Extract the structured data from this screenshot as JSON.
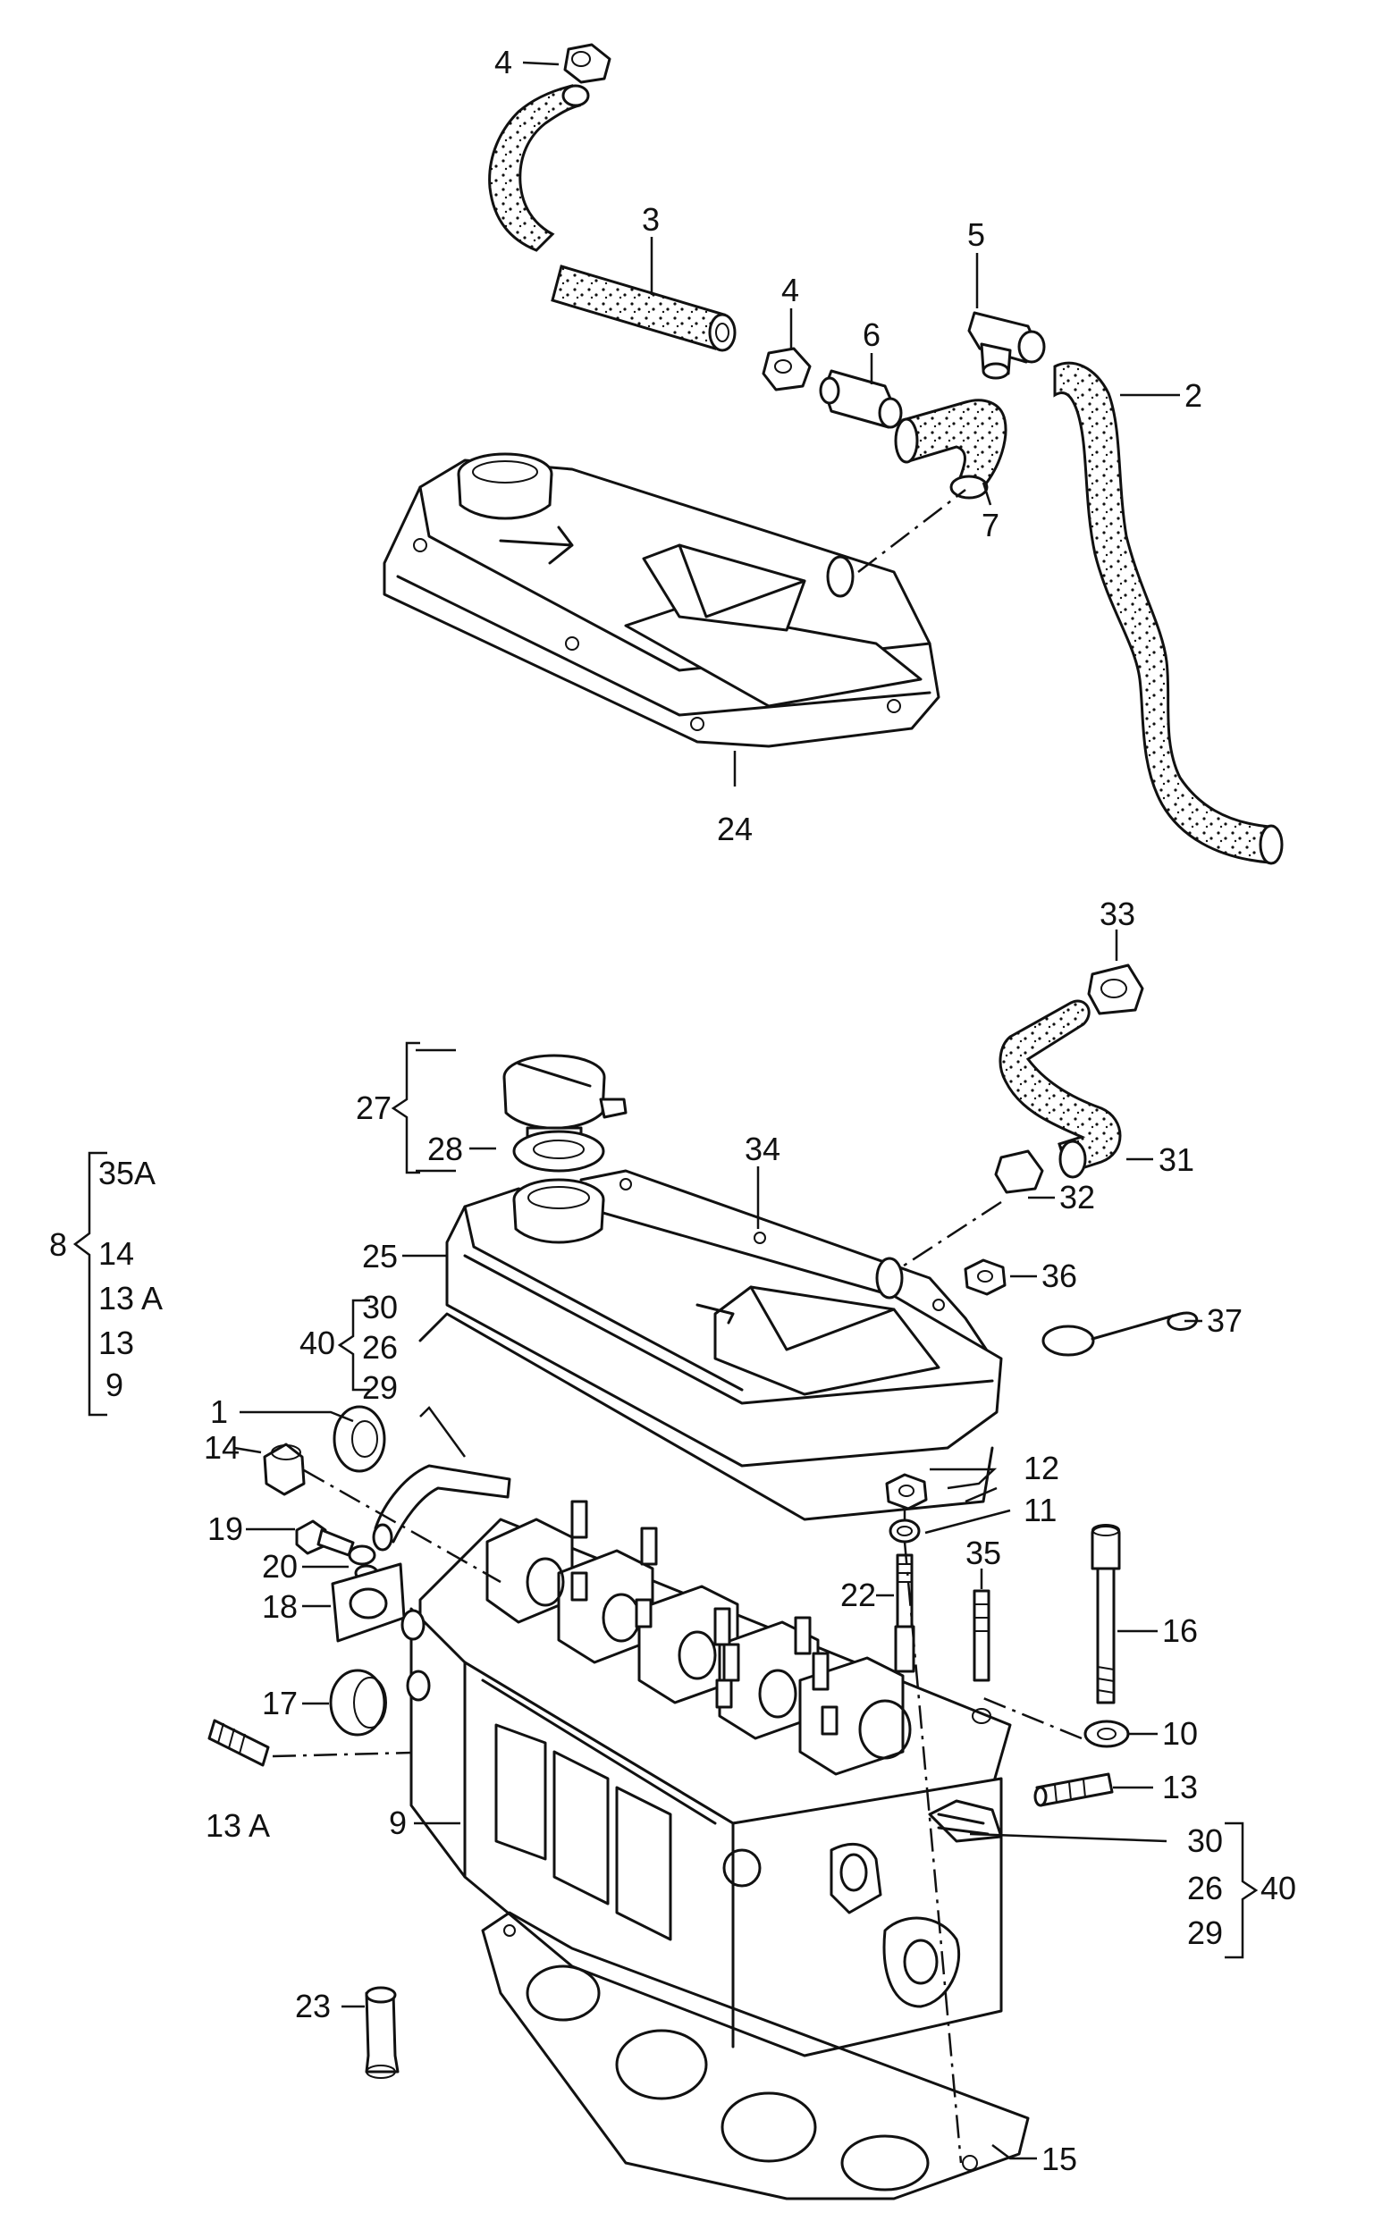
{
  "labels": {
    "l4a": "4",
    "l3": "3",
    "l4b": "4",
    "l6": "6",
    "l5": "5",
    "l2": "2",
    "l7": "7",
    "l24": "24",
    "l33": "33",
    "l27": "27",
    "l28": "28",
    "l31": "31",
    "l34": "34",
    "l32": "32",
    "l25": "25",
    "l36": "36",
    "l37": "37",
    "l1": "1",
    "l14b": "14",
    "l19": "19",
    "l20": "20",
    "l18": "18",
    "l17": "17",
    "l13Ab": "13 A",
    "l9b": "9",
    "l23": "23",
    "l12": "12",
    "l11": "11",
    "l22": "22",
    "l35": "35",
    "l16": "16",
    "l10": "10",
    "l13b": "13",
    "l15": "15",
    "l8": "8",
    "g8_35A": "35A",
    "g8_14": "14",
    "g8_13A": "13 A",
    "g8_13": "13",
    "g8_9": "9",
    "l40a": "40",
    "g40a_30": "30",
    "g40a_26": "26",
    "g40a_29": "29",
    "l40b": "40",
    "g40b_30": "30",
    "g40b_26": "26",
    "g40b_29": "29"
  }
}
